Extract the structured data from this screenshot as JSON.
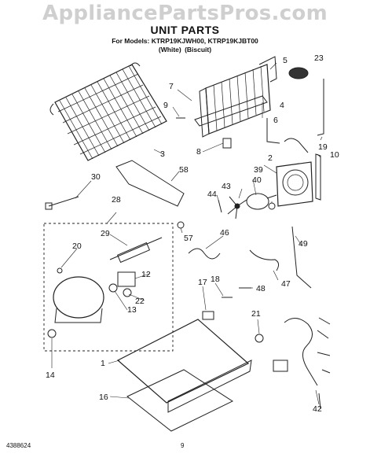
{
  "watermark": "AppliancePartsPros.com",
  "title": "UNIT PARTS",
  "models": "For Models: KTRP19KJWH00, KTRP19KJBT00",
  "variants": "(White)     (Biscuit)",
  "doc_number": "4388624",
  "page_number": "9",
  "callouts": [
    "5",
    "23",
    "7",
    "9",
    "4",
    "6",
    "3",
    "8",
    "19",
    "10",
    "2",
    "39",
    "40",
    "30",
    "58",
    "43",
    "44",
    "28",
    "57",
    "46",
    "29",
    "20",
    "49",
    "47",
    "12",
    "22",
    "13",
    "17",
    "18",
    "48",
    "21",
    "1",
    "14",
    "16",
    "42"
  ]
}
